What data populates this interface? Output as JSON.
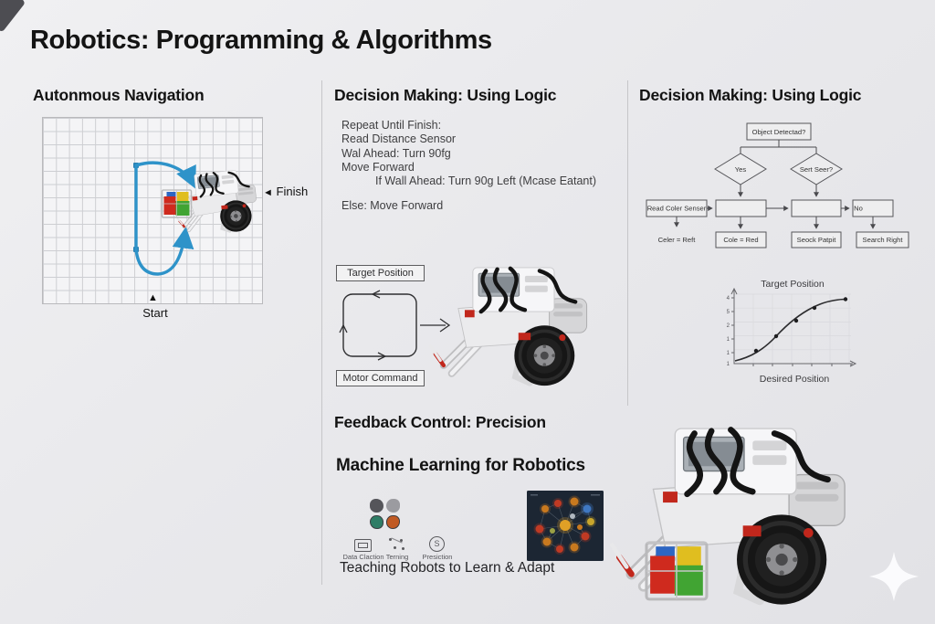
{
  "slide": {
    "title": "Robotics: Programming & Algorithms"
  },
  "navigation": {
    "heading": "Autonmous Navigation",
    "start_label": "Start",
    "start_arrow": "▲",
    "finish_label": "Finish",
    "finish_arrow": "◄",
    "path_color": "#2e93c9"
  },
  "logic": {
    "heading": "Decision Making: Using Logic",
    "pseudocode": [
      "Repeat Until Finish:",
      "Read Distance Sensor",
      "Wal Ahead: Turn 90fg",
      "Move Forward",
      "If Wall Ahead: Turn 90g Left  (Mcase Eatant)",
      "Else: Move Forward"
    ]
  },
  "feedback": {
    "heading": "Feedback Control: Precision",
    "target_label": "Target Position",
    "motor_label": "Motor Command"
  },
  "ml": {
    "heading": "Machine Learning for Robotics",
    "caption": "Teaching Robots to Learn & Adapt",
    "steps": [
      {
        "label": "Data Claction"
      },
      {
        "label": "Terning"
      },
      {
        "label": "Presiction"
      }
    ],
    "prediction_glyph": "S"
  },
  "flowchart": {
    "heading": "Decision Making: Using Logic",
    "root": "Object Detectad?",
    "branch_left": "Yes",
    "branch_right": "Sert Seer?",
    "read_sensor": "Read Coler Senser",
    "no_label": "No",
    "leaf_left_text": "Celer = Reft",
    "leaf_color_red": "Cole = Red",
    "leaf_seek": "Seock Patpit",
    "leaf_search": "Search Right"
  },
  "chart_data": {
    "type": "line",
    "title": "Target Position",
    "xlabel": "Desired Position",
    "ylabel": "",
    "curve": "sigmoid",
    "x_range": [
      0,
      6
    ],
    "y_range": [
      0,
      5
    ],
    "grid": true,
    "legend": "none",
    "y_ticks": [
      "4",
      "5",
      "2",
      "1",
      "1",
      "1"
    ],
    "points_x": [
      0,
      1.2,
      2.4,
      3.4,
      4.3,
      5.7
    ],
    "points_y": [
      0.2,
      1.0,
      2.1,
      3.1,
      3.7,
      4.3
    ]
  },
  "colors": {
    "background": "#e9e9ec",
    "accent_path": "#2e93c9",
    "divider": "#c6c6c9",
    "neural_bg": "#1c2633",
    "lego_red": "#c1271c"
  }
}
